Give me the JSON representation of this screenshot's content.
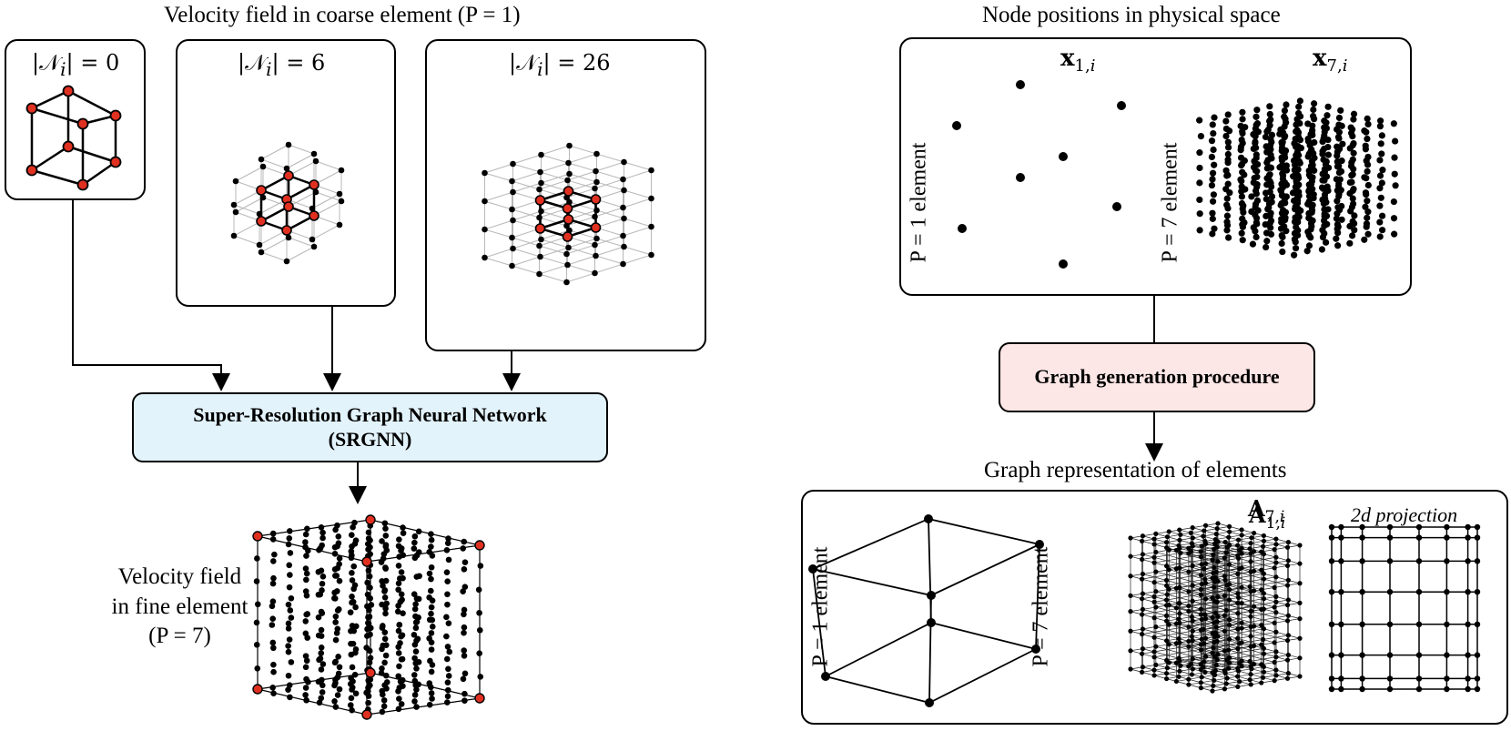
{
  "left": {
    "title": "Velocity field in coarse element (P = 1)",
    "panels": [
      {
        "label_prefix": "|𝒩",
        "label_sub": "i",
        "label_suffix": "| = 0"
      },
      {
        "label_prefix": "|𝒩",
        "label_sub": "i",
        "label_suffix": "| = 6"
      },
      {
        "label_prefix": "|𝒩",
        "label_sub": "i",
        "label_suffix": "| = 26"
      }
    ],
    "srgnn": {
      "line1": "Super-Resolution Graph Neural Network",
      "line2": "(SRGNN)"
    },
    "fine": {
      "line1": "Velocity field",
      "line2": "in fine element",
      "line3": "(P = 7)"
    }
  },
  "right": {
    "title": "Node positions in physical space",
    "p1_label": "P = 1 element",
    "p7_label": "P = 7 element",
    "x1": {
      "base": "x",
      "sub": "1,",
      "sub_i": "i"
    },
    "x7": {
      "base": "x",
      "sub": "7,",
      "sub_i": "i"
    },
    "graph_gen": "Graph generation procedure",
    "graph_title": "Graph representation of elements",
    "a1": {
      "base": "A",
      "sub": "1,",
      "sub_i": "i"
    },
    "a7": {
      "base": "A",
      "sub": "7,",
      "sub_i": "i"
    },
    "p1_label_b": "P = 1 element",
    "p7_label_b": "P = 7 element",
    "projection": "2d projection"
  },
  "colors": {
    "node_red": "#e03020",
    "srgnn_fill": "#e3f3fc",
    "graph_gen_fill": "#fde6e6",
    "grid_gray": "#b8b8b8"
  }
}
